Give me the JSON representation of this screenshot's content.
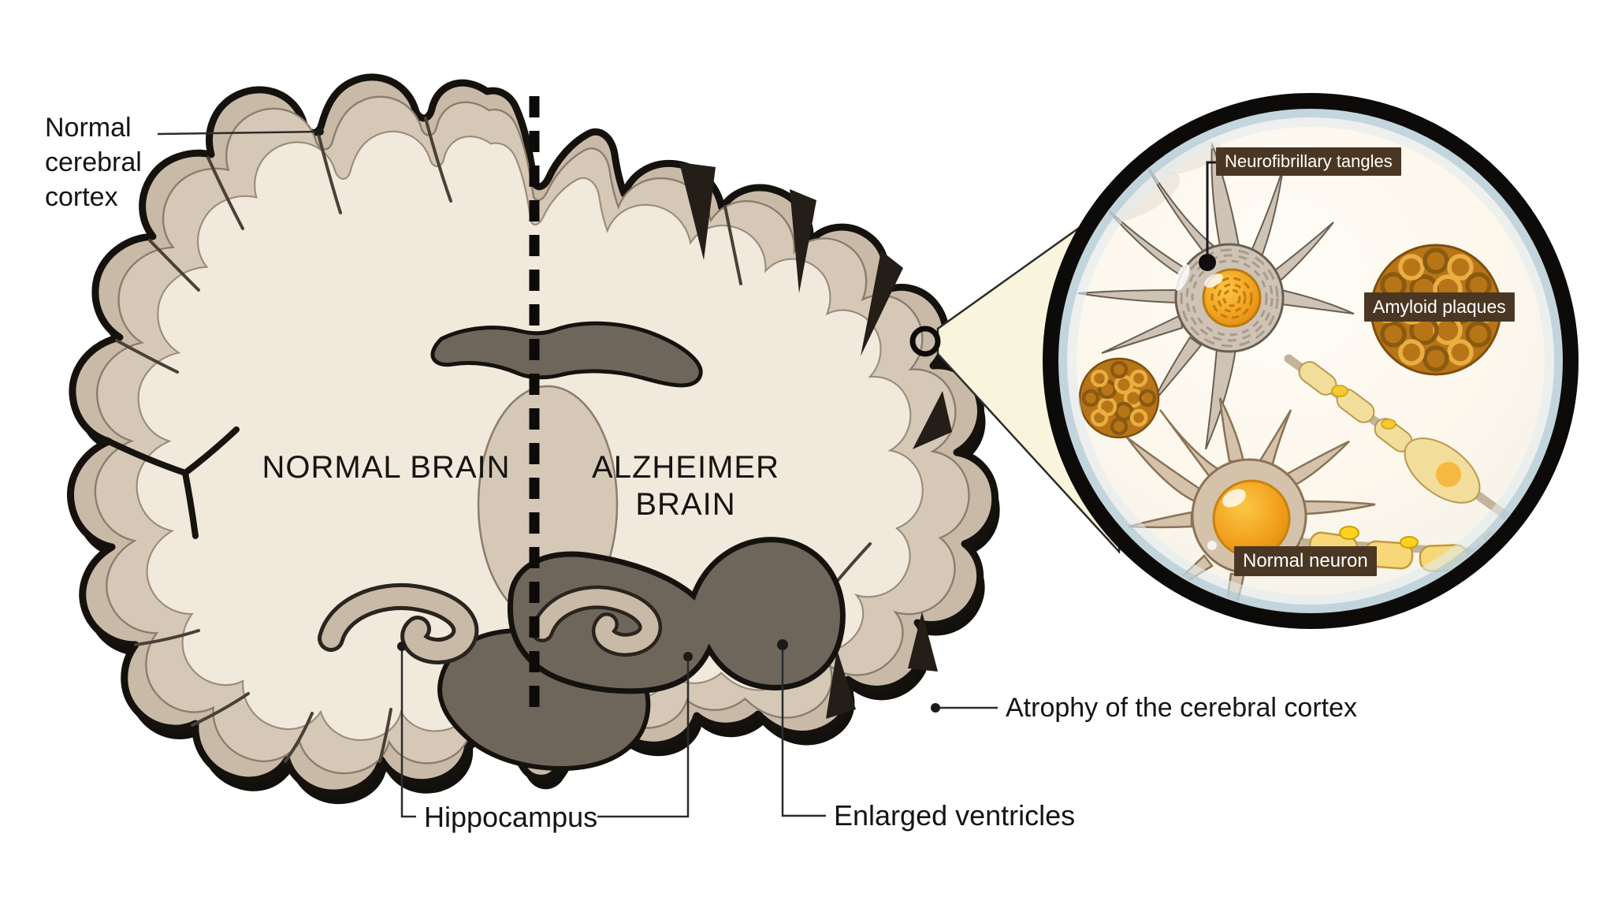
{
  "figure": {
    "type": "medical-illustration",
    "subject": "Comparison of a normal brain and an Alzheimer brain (coronal section) with a magnified inset of neurons"
  },
  "brain": {
    "left_label": "NORMAL BRAIN",
    "right_label": "ALZHEIMER BRAIN",
    "annotations": [
      {
        "id": "normal-cerebral-cortex",
        "text": "Normal cerebral cortex"
      },
      {
        "id": "hippocampus",
        "text": "Hippocampus"
      },
      {
        "id": "enlarged-ventricles",
        "text": "Enlarged ventricles"
      },
      {
        "id": "atrophy-of-cerebral-cortex",
        "text": "Atrophy of the cerebral cortex"
      }
    ]
  },
  "inset": {
    "labels": [
      {
        "id": "neurofibrillary-tangles",
        "text": "Neurofibrillary tangles"
      },
      {
        "id": "amyloid-plaques",
        "text": "Amyloid plaques"
      },
      {
        "id": "normal-neuron",
        "text": "Normal neuron"
      }
    ]
  },
  "colors": {
    "background": "#ffffff",
    "cortex": "#c9b9a7",
    "cortex_light": "#d6c8b7",
    "white_matter": "#f0e9dc",
    "ventricle_dark": "#6f665b",
    "outline_black": "#15120e",
    "label_box_bg": "#4a3723",
    "label_box_text": "#ffffff",
    "plaque_orange": "#b87518",
    "plaque_loop_light": "#e8ae42",
    "nucleus_orange": "#f2a21f",
    "myelin_yellow": "#f2dd9b",
    "lens_rim_blue": "#b9cfd9",
    "beam_fill": "#f8f5dc"
  }
}
